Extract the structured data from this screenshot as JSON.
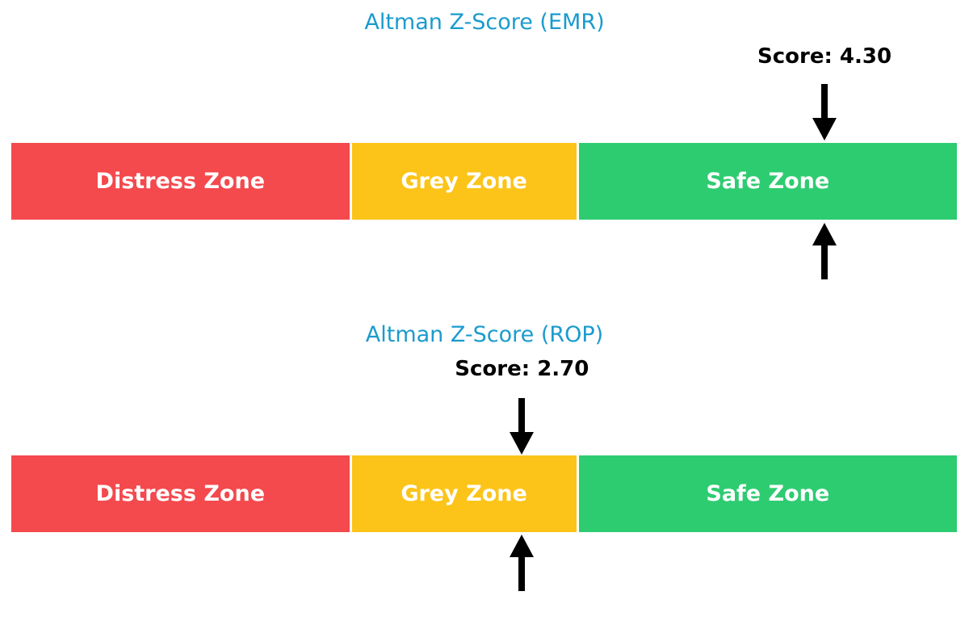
{
  "palette": {
    "background": "#FFFFFF",
    "title_blue": "#1A9BCE",
    "score_text": "#000000",
    "zone_label_text": "#FFFFFF",
    "arrow_black": "#000000",
    "distress_red": "#F4494D",
    "grey_yellow": "#FCC419",
    "safe_green": "#2ECC71"
  },
  "chart_data": [
    {
      "type": "bar",
      "subtype": "zone-gauge",
      "title": "Altman Z-Score (EMR)",
      "score": 4.3,
      "score_label": "Score: 4.30",
      "axis_range": [
        0,
        5
      ],
      "grid": false,
      "legend": false,
      "zones": [
        {
          "label": "Distress Zone",
          "from": 0,
          "to": 1.8,
          "color": "#F4494D"
        },
        {
          "label": "Grey Zone",
          "from": 1.8,
          "to": 3.0,
          "color": "#FCC419"
        },
        {
          "label": "Safe Zone",
          "from": 3.0,
          "to": 5.0,
          "color": "#2ECC71"
        }
      ],
      "markers": [
        {
          "shape": "down-arrow",
          "position": "above-bar",
          "at_value": 4.3
        },
        {
          "shape": "up-arrow",
          "position": "below-bar",
          "at_value": 4.3
        }
      ]
    },
    {
      "type": "bar",
      "subtype": "zone-gauge",
      "title": "Altman Z-Score (ROP)",
      "score": 2.7,
      "score_label": "Score: 2.70",
      "axis_range": [
        0,
        5
      ],
      "grid": false,
      "legend": false,
      "zones": [
        {
          "label": "Distress Zone",
          "from": 0,
          "to": 1.8,
          "color": "#F4494D"
        },
        {
          "label": "Grey Zone",
          "from": 1.8,
          "to": 3.0,
          "color": "#FCC419"
        },
        {
          "label": "Safe Zone",
          "from": 3.0,
          "to": 5.0,
          "color": "#2ECC71"
        }
      ],
      "markers": [
        {
          "shape": "down-arrow",
          "position": "above-bar",
          "at_value": 2.7
        },
        {
          "shape": "up-arrow",
          "position": "below-bar",
          "at_value": 2.7
        }
      ]
    }
  ]
}
